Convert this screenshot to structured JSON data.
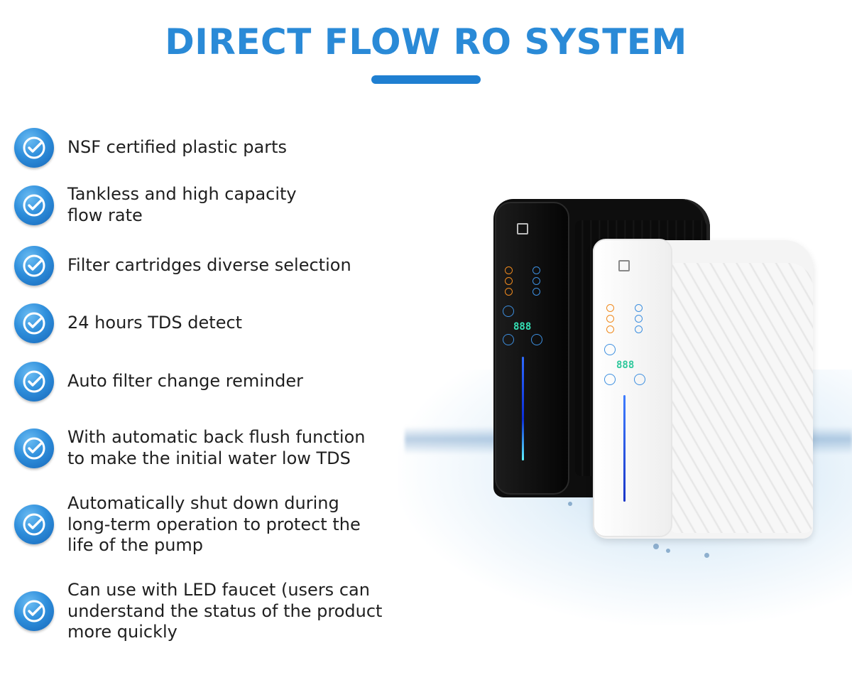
{
  "header": {
    "title": "DIRECT FLOW RO SYSTEM"
  },
  "features": [
    {
      "text": "NSF certified plastic parts",
      "icon": "check-circle-icon"
    },
    {
      "text": "Tankless and high capacity\nflow rate",
      "icon": "check-circle-icon"
    },
    {
      "text": "Filter cartridges diverse selection",
      "icon": "check-circle-icon"
    },
    {
      "text": "24 hours TDS detect",
      "icon": "check-circle-icon"
    },
    {
      "text": "Auto filter change reminder",
      "icon": "check-circle-icon"
    },
    {
      "text": "With automatic back flush function\nto make the initial water low TDS",
      "icon": "check-circle-icon"
    },
    {
      "text": "Automatically shut down during\nlong-term operation to protect the\nlife of the pump",
      "icon": "check-circle-icon"
    },
    {
      "text": "Can use with LED faucet (users can\nunderstand the status of the product\nmore quickly",
      "icon": "check-circle-icon"
    }
  ],
  "product": {
    "tds_black": "888",
    "tds_white": "888"
  },
  "colors": {
    "title": "#2a8ad7",
    "underline": "#1f7fd1",
    "badge": "#2f8fdc",
    "text": "#1f1f1f"
  }
}
